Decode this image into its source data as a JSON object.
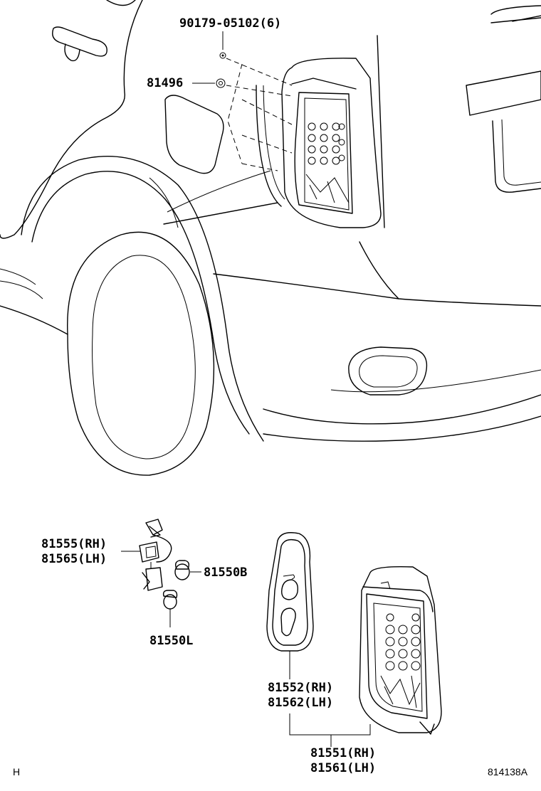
{
  "labels": {
    "screw": "90179-05102(6)",
    "clip": "81496",
    "socket_rh": "81555(RH)",
    "socket_lh": "81565(LH)",
    "bulb_b": "81550B",
    "bulb_l": "81550L",
    "gasket_rh": "81552(RH)",
    "gasket_lh": "81562(LH)",
    "lamp_rh": "81551(RH)",
    "lamp_lh": "81561(LH)"
  },
  "footer": {
    "left": "H",
    "right": "814138A"
  }
}
